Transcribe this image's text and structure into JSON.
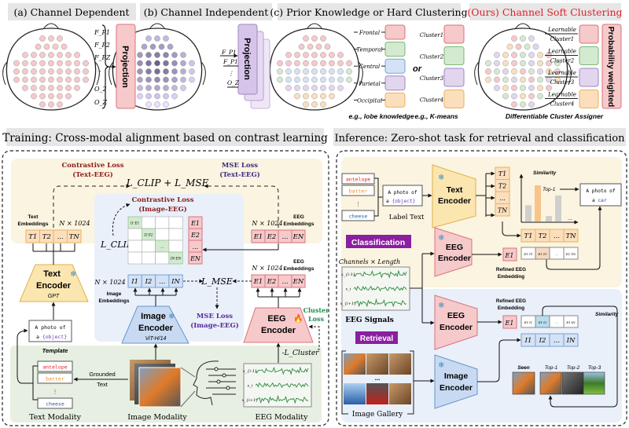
{
  "panels": {
    "a": {
      "title": "(a) Channel Dependent",
      "channels": [
        "F_P1",
        "F_P2",
        "F_PZ",
        "⋮",
        "O_2",
        "O_Z"
      ],
      "block": "Projection"
    },
    "b": {
      "title": "(b) Channel Independent",
      "channels": [
        "F_P1",
        "F_P1",
        "⋮",
        "O_Z"
      ],
      "block": "Projection"
    },
    "c": {
      "title": "(c) Prior Knowledge or Hard Clustering",
      "lobes": [
        "Frontal",
        "Temporal",
        "Central",
        "Parietal",
        "Occipital"
      ],
      "or": "or",
      "clusters": [
        "Cluster1",
        "Cluster2",
        "Cluster3",
        "Cluster4"
      ],
      "caption_lobe": "e.g., lobe knowledge",
      "caption_kmeans": "e.g., K-means"
    },
    "ours": {
      "title": "(Ours) Channel Soft Clustering",
      "learnable": "Learnable",
      "clusters": [
        "Cluster1",
        "Cluster2",
        "Cluster3",
        "Cluster4"
      ],
      "block": "Probability weighted",
      "caption": "Differentiable Cluster Assigner"
    }
  },
  "colors": {
    "red_title": "#e0202a",
    "pink": "#f6c9cb",
    "pink_border": "#d9737a",
    "green": "#d3ead0",
    "green_border": "#7fb776",
    "blue": "#d4e2f6",
    "blue_border": "#7b9fd4",
    "purple": "#e2d6ee",
    "purple_border": "#9f86c4",
    "orange": "#fbdfbd",
    "orange_border": "#e8b25c",
    "yellow_bg": "#fbf4e0",
    "blue_bg": "#e9f0fa",
    "green_bg": "#e7efe2",
    "badge": "#8a1fa0"
  },
  "training": {
    "title": "Training: Cross-modal alignment based on contrast learning",
    "contrastive_text_eeg": [
      "Contrastive Loss",
      "(Text-EEG)"
    ],
    "mse_text_eeg": [
      "MSE Loss",
      "(Text-EEG)"
    ],
    "total_loss": "L_CLIP + L_MSE",
    "contrastive_image_eeg": [
      "Contrastive Loss",
      "(Image-EEG)"
    ],
    "l_clip": "L_CLIP",
    "l_mse": "L_MSE",
    "mse_image_eeg": [
      "MSE Loss",
      "(Image-EEG)"
    ],
    "matrix_diag": [
      "I1·E1",
      "I2·E2",
      "...",
      "IN·EN"
    ],
    "e_column": [
      "E1",
      "E2",
      "...",
      "EN"
    ],
    "text_embeddings_label": [
      "Text",
      "Embeddings"
    ],
    "eeg_embeddings_label": [
      "EEG",
      "Embeddings"
    ],
    "image_embeddings_label": [
      "Image",
      "Embeddings"
    ],
    "dim": "N × 1024",
    "t_row": [
      "T1",
      "T2",
      "...",
      "TN"
    ],
    "e_row": [
      "E1",
      "E2",
      "...",
      "EN"
    ],
    "i_row": [
      "I1",
      "I2",
      "...",
      "IN"
    ],
    "text_encoder": [
      "Text",
      "Encoder",
      "GPT"
    ],
    "image_encoder": [
      "Image",
      "Encoder",
      "ViT-H/14"
    ],
    "eeg_encoder": [
      "EEG",
      "Encoder"
    ],
    "cluster_loss": [
      "Cluster",
      "Loss"
    ],
    "neg_l_cluster": "-L_Cluster",
    "template_box": [
      "A photo of",
      "a ",
      "{object}"
    ],
    "template_label": "Template",
    "words": [
      "antelope",
      "batter",
      "⋮",
      "cheese"
    ],
    "grounded_text": [
      "Grounded",
      "Text"
    ],
    "signal_labels": [
      "x_{i-1}",
      "x_i",
      "x_{i+1}"
    ],
    "modalities": [
      "Text Modality",
      "Image Modality",
      "EEG Modality"
    ]
  },
  "inference": {
    "title": "Inference: Zero-shot task for retrieval and classification",
    "words": [
      "antelope",
      "batter",
      "⋮",
      "cheese"
    ],
    "template_box": [
      "A photo of",
      "a ",
      "{object}"
    ],
    "label_text": "Label Text",
    "text_encoder": [
      "Text",
      "Encoder"
    ],
    "t_column": [
      "T1",
      "T2",
      "...",
      "TN"
    ],
    "similarity": "Similarity",
    "top1": "Top-1",
    "similarity_bars": [
      0.45,
      1.0,
      0.15,
      0.72
    ],
    "bars_ellipsis": "...",
    "result_box": [
      "A photo of",
      "a ",
      "car"
    ],
    "t_row": [
      "T1",
      "T2",
      "...",
      "TN"
    ],
    "sim_row_cls": [
      "E1·T1",
      "E1·T2",
      "...",
      "E1·TN"
    ],
    "classification": "Classification",
    "eeg_encoder": [
      "EEG",
      "Encoder"
    ],
    "e1": "E1",
    "refined": [
      "Refined EEG",
      "Embedding"
    ],
    "channels_length": "Channels × Length",
    "signal_labels": [
      "x_{i-1}",
      "x_i",
      "x_{i+1}"
    ],
    "eeg_signals": "EEG Signals",
    "retrieval": "Retrieval",
    "sim_row_ret": [
      "E1·I1",
      "E1·I2",
      "...",
      "E1·IN"
    ],
    "i_row": [
      "I1",
      "I2",
      "...",
      "IN"
    ],
    "gallery_ellipsis": "...",
    "image_gallery": "Image Gallery",
    "image_encoder": [
      "Image",
      "Encoder"
    ],
    "ranking": [
      "Seen",
      "Top-1",
      "Top-2",
      "Top-3"
    ]
  }
}
